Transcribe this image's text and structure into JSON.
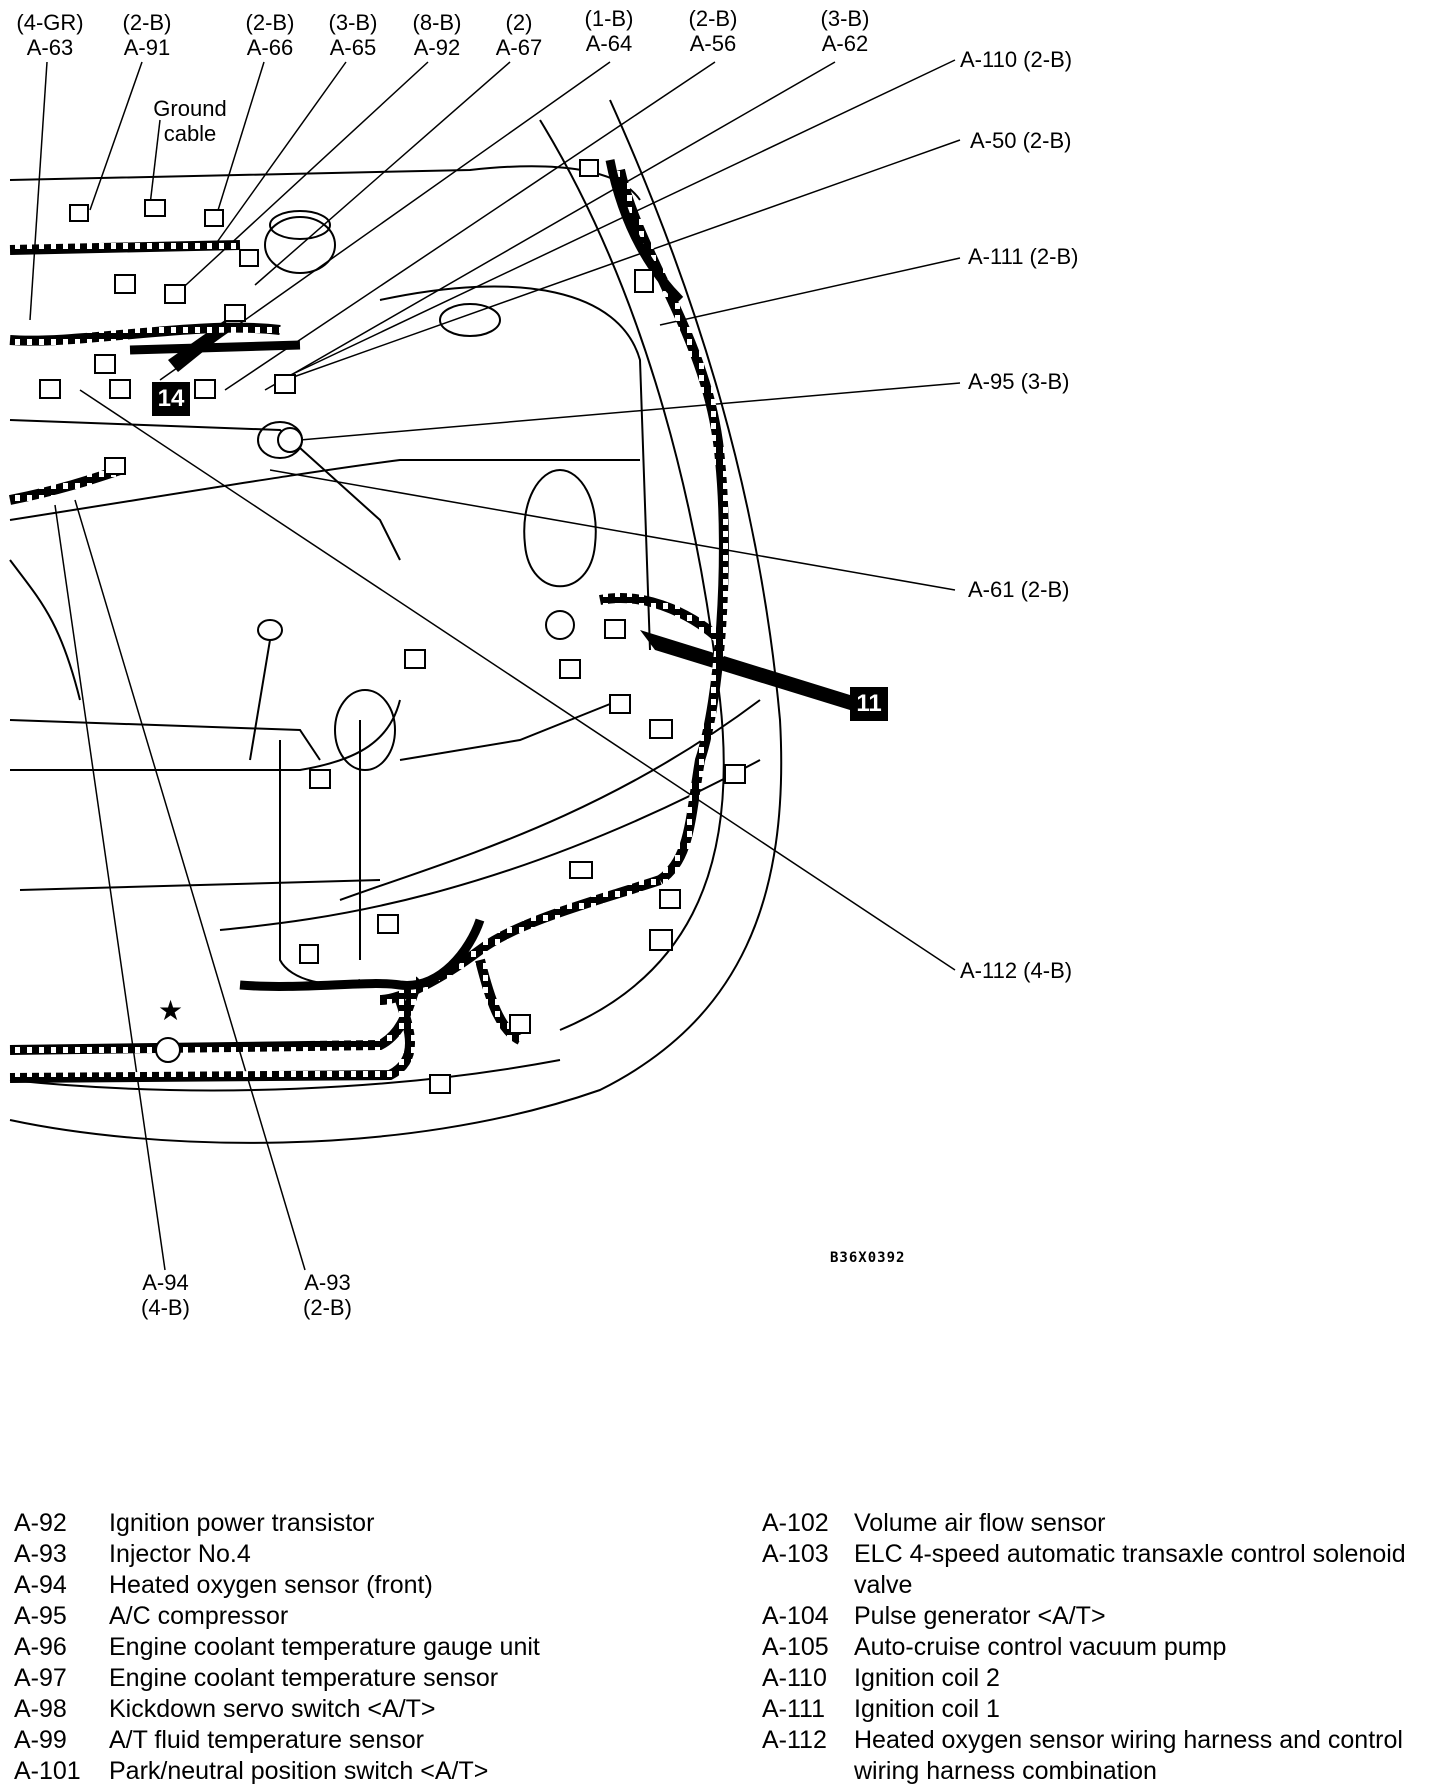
{
  "diagram": {
    "top_labels": [
      {
        "spec": "(4-GR)",
        "id": "A-63"
      },
      {
        "spec": "(2-B)",
        "id": "A-91"
      },
      {
        "spec": "(2-B)",
        "id": "A-66"
      },
      {
        "spec": "(3-B)",
        "id": "A-65"
      },
      {
        "spec": "(8-B)",
        "id": "A-92"
      },
      {
        "spec": "(2)",
        "id": "A-67"
      },
      {
        "spec": "(1-B)",
        "id": "A-64"
      },
      {
        "spec": "(2-B)",
        "id": "A-56"
      },
      {
        "spec": "(3-B)",
        "id": "A-62"
      }
    ],
    "ground_cable": [
      "Ground",
      "cable"
    ],
    "right_labels": [
      "A-110 (2-B)",
      "A-50 (2-B)",
      "A-111 (2-B)",
      "A-95 (3-B)",
      "A-61 (2-B)",
      "A-112 (4-B)"
    ],
    "bottom_labels": [
      {
        "id": "A-94",
        "spec": "(4-B)"
      },
      {
        "id": "A-93",
        "spec": "(2-B)"
      }
    ],
    "markers": [
      "14",
      "11"
    ],
    "star": "★",
    "figure_code": "B36X0392"
  },
  "legend": {
    "left": [
      {
        "code": "A-92",
        "desc": "Ignition power transistor"
      },
      {
        "code": "A-93",
        "desc": "Injector No.4"
      },
      {
        "code": "A-94",
        "desc": "Heated oxygen sensor (front)"
      },
      {
        "code": "A-95",
        "desc": "A/C compressor"
      },
      {
        "code": "A-96",
        "desc": "Engine coolant temperature gauge unit"
      },
      {
        "code": "A-97",
        "desc": "Engine coolant temperature sensor"
      },
      {
        "code": "A-98",
        "desc": "Kickdown servo switch <A/T>"
      },
      {
        "code": "A-99",
        "desc": "A/T fluid temperature sensor"
      },
      {
        "code": "A-101",
        "desc": "Park/neutral position switch <A/T>"
      }
    ],
    "right": [
      {
        "code": "A-102",
        "desc": "Volume air flow sensor"
      },
      {
        "code": "A-103",
        "desc": "ELC 4-speed automatic transaxle control solenoid valve"
      },
      {
        "code": "A-104",
        "desc": "Pulse generator <A/T>"
      },
      {
        "code": "A-105",
        "desc": "Auto-cruise control vacuum pump"
      },
      {
        "code": "A-110",
        "desc": "Ignition coil 2"
      },
      {
        "code": "A-111",
        "desc": "Ignition coil 1"
      },
      {
        "code": "A-112",
        "desc": "Heated oxygen sensor wiring harness and control wiring harness combination"
      }
    ]
  }
}
